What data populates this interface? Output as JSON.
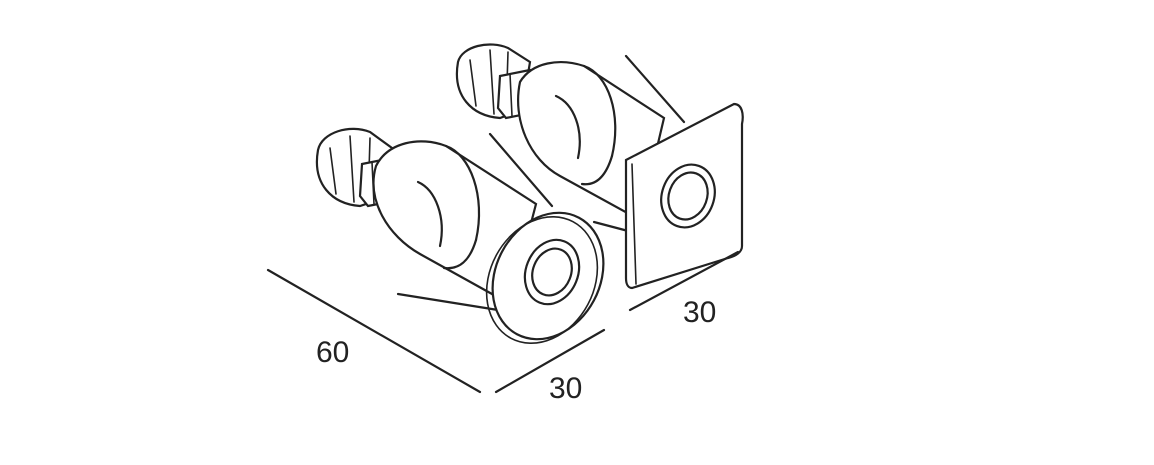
{
  "dimensions": {
    "length": "60",
    "round_width": "30",
    "square_width": "30"
  },
  "colors": {
    "line": "#222222",
    "background": "#ffffff"
  }
}
